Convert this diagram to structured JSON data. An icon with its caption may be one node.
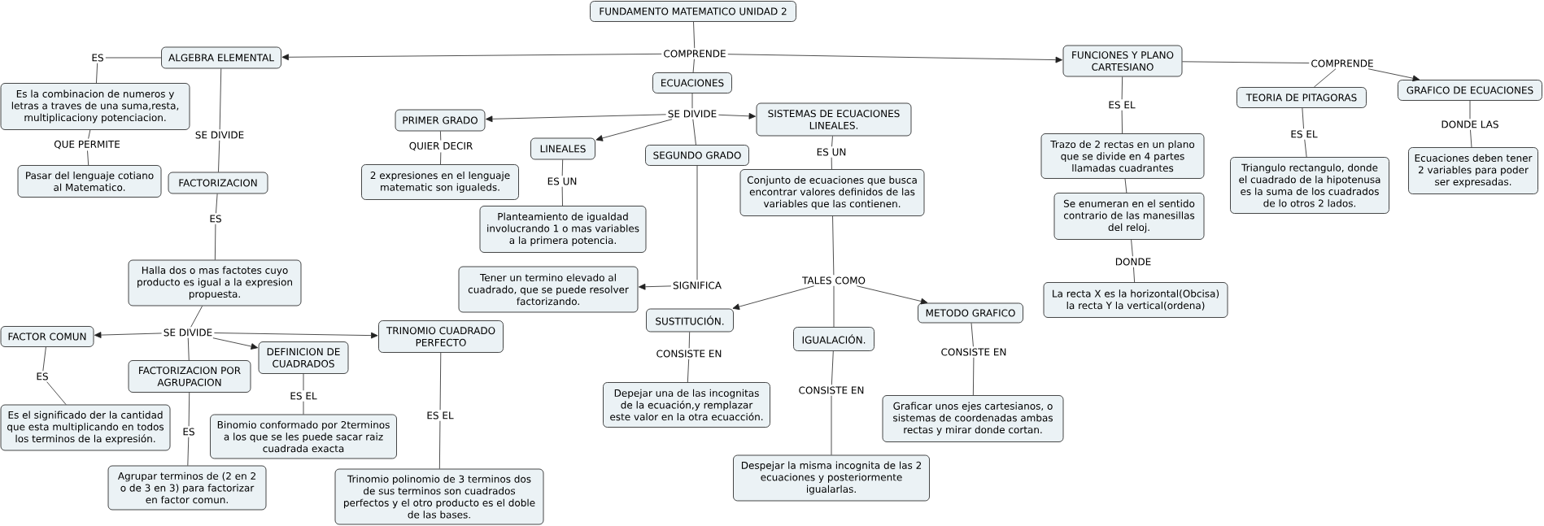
{
  "diagram": {
    "nodes": [
      {
        "text": [
          "FUNDAMENTO MATEMATICO UNIDAD 2"
        ]
      },
      {
        "text": [
          "COMPRENDE"
        ]
      },
      {
        "text": [
          "ALGEBRA ELEMENTAL"
        ]
      },
      {
        "text": [
          "ECUACIONES"
        ]
      },
      {
        "text": [
          "FUNCIONES Y PLANO CARTESIANO"
        ]
      },
      {
        "text": [
          "ES"
        ]
      },
      {
        "text": [
          "Es la combinacion de numeros y letras a traves de una suma,resta, multiplicaciony potenciacion."
        ]
      },
      {
        "text": [
          "QUE PERMITE"
        ]
      },
      {
        "text": [
          "Pasar del lenguaje cotiano al Matematico."
        ]
      },
      {
        "text": [
          "SE DIVIDE"
        ]
      },
      {
        "text": [
          "FACTORIZACION"
        ]
      },
      {
        "text": [
          "ES"
        ]
      },
      {
        "text": [
          "Halla dos o mas factotes cuyo producto es igual a la expresion propuesta."
        ]
      },
      {
        "text": [
          "SE DIVIDE"
        ]
      },
      {
        "text": [
          "FACTOR COMUN"
        ]
      },
      {
        "text": [
          "FACTORIZACION POR AGRUPACION"
        ]
      },
      {
        "text": [
          "DEFINICION DE CUADRADOS"
        ]
      },
      {
        "text": [
          "TRINOMIO CUADRADO PERFECTO"
        ]
      },
      {
        "text": [
          "ES"
        ]
      },
      {
        "text": [
          "Es el significado der la cantidad que esta multiplicando en todos los terminos de la expresión."
        ]
      },
      {
        "text": [
          "ES"
        ]
      },
      {
        "text": [
          "Agrupar terminos de (2 en 2 o de 3 en 3) para factorizar en factor comun."
        ]
      },
      {
        "text": [
          "ES EL"
        ]
      },
      {
        "text": [
          "Binomio conformado por 2terminos a los que se les puede sacar raiz cuadrada exacta"
        ]
      },
      {
        "text": [
          "ES EL"
        ]
      },
      {
        "text": [
          "Trinomio polinomio de 3 terminos dos de sus terminos son cuadrados perfectos y el otro producto es el doble de las bases."
        ]
      },
      {
        "text": [
          "SE DIVIDE"
        ]
      },
      {
        "text": [
          "PRIMER GRADO"
        ]
      },
      {
        "text": [
          "LINEALES"
        ]
      },
      {
        "text": [
          "SEGUNDO GRADO"
        ]
      },
      {
        "text": [
          "SISTEMAS DE ECUACIONES LINEALES."
        ]
      },
      {
        "text": [
          "QUIER DECIR"
        ]
      },
      {
        "text": [
          "2 expresiones en el lenguaje matematic son igualeds."
        ]
      },
      {
        "text": [
          "ES UN"
        ]
      },
      {
        "text": [
          "Planteamiento de igualdad involucrando 1 o mas variables a la primera potencia."
        ]
      },
      {
        "text": [
          "SIGNIFICA"
        ]
      },
      {
        "text": [
          "Tener un termino elevado al cuadrado, que se puede resolver factorizando."
        ]
      },
      {
        "text": [
          "ES UN"
        ]
      },
      {
        "text": [
          "Conjunto de ecuaciones que busca encontrar valores definidos de las variables que las contienen."
        ]
      },
      {
        "text": [
          "TALES COMO"
        ]
      },
      {
        "text": [
          "SUSTITUCIÓN."
        ]
      },
      {
        "text": [
          "IGUALACIÓN."
        ]
      },
      {
        "text": [
          "METODO GRAFICO"
        ]
      },
      {
        "text": [
          "CONSISTE EN"
        ]
      },
      {
        "text": [
          "Depejar una de las incognitas de la ecuación,y remplazar este valor en la otra ecuacción."
        ]
      },
      {
        "text": [
          "CONSISTE EN"
        ]
      },
      {
        "text": [
          "Despejar la misma incognita de las 2 ecuaciones y posteriormente igualarlas."
        ]
      },
      {
        "text": [
          "CONSISTE EN"
        ]
      },
      {
        "text": [
          "Graficar unos ejes cartesianos, o sistemas de coordenadas ambas rectas y mirar donde cortan."
        ]
      },
      {
        "text": [
          "ES EL"
        ]
      },
      {
        "text": [
          "Trazo de 2 rectas en un plano que se divide en 4 partes llamadas cuadrantes"
        ]
      },
      {
        "text": [
          "Se enumeran en el sentido contrario de las manesillas del reloj."
        ]
      },
      {
        "text": [
          "DONDE"
        ]
      },
      {
        "text": [
          "La recta X es la horizontal(Obcisa) la recta Y la vertical(ordena)"
        ]
      },
      {
        "text": [
          "COMPRENDE"
        ]
      },
      {
        "text": [
          "TEORIA DE PITAGORAS"
        ]
      },
      {
        "text": [
          "GRAFICO DE ECUACIONES"
        ]
      },
      {
        "text": [
          "ES EL"
        ]
      },
      {
        "text": [
          "Triangulo rectangulo, donde el cuadrado de la hipotenusa es la suma de los cuadrados de lo otros 2 lados."
        ]
      },
      {
        "text": [
          "DONDE LAS"
        ]
      },
      {
        "text": [
          "Ecuaciones deben tener 2 variables para poder ser expresadas."
        ]
      }
    ],
    "edges": [
      {
        "from": 0,
        "to": 1,
        "arrow": "none"
      },
      {
        "from": 1,
        "to": 2,
        "arrow": "to"
      },
      {
        "from": 1,
        "to": 3,
        "arrow": "none"
      },
      {
        "from": 1,
        "to": 4,
        "arrow": "to"
      },
      {
        "from": 2,
        "to": 5,
        "arrow": "none"
      },
      {
        "from": 5,
        "to": 6,
        "arrow": "none"
      },
      {
        "from": 6,
        "to": 7,
        "arrow": "none"
      },
      {
        "from": 7,
        "to": 8,
        "arrow": "none"
      },
      {
        "from": 2,
        "to": 9,
        "arrow": "none"
      },
      {
        "from": 9,
        "to": 10,
        "arrow": "none"
      },
      {
        "from": 10,
        "to": 11,
        "arrow": "none"
      },
      {
        "from": 11,
        "to": 12,
        "arrow": "none"
      },
      {
        "from": 12,
        "to": 13,
        "arrow": "none"
      },
      {
        "from": 13,
        "to": 14,
        "arrow": "to"
      },
      {
        "from": 13,
        "to": 15,
        "arrow": "none"
      },
      {
        "from": 13,
        "to": 16,
        "arrow": "to"
      },
      {
        "from": 13,
        "to": 17,
        "arrow": "to"
      },
      {
        "from": 14,
        "to": 18,
        "arrow": "none"
      },
      {
        "from": 18,
        "to": 19,
        "arrow": "none"
      },
      {
        "from": 15,
        "to": 20,
        "arrow": "none"
      },
      {
        "from": 20,
        "to": 21,
        "arrow": "none"
      },
      {
        "from": 16,
        "to": 22,
        "arrow": "none"
      },
      {
        "from": 22,
        "to": 23,
        "arrow": "none"
      },
      {
        "from": 17,
        "to": 24,
        "arrow": "none"
      },
      {
        "from": 24,
        "to": 25,
        "arrow": "none"
      },
      {
        "from": 3,
        "to": 26,
        "arrow": "none"
      },
      {
        "from": 26,
        "to": 27,
        "arrow": "to"
      },
      {
        "from": 26,
        "to": 28,
        "arrow": "to"
      },
      {
        "from": 26,
        "to": 29,
        "arrow": "none"
      },
      {
        "from": 26,
        "to": 30,
        "arrow": "to"
      },
      {
        "from": 27,
        "to": 31,
        "arrow": "none"
      },
      {
        "from": 31,
        "to": 32,
        "arrow": "none"
      },
      {
        "from": 28,
        "to": 33,
        "arrow": "none"
      },
      {
        "from": 33,
        "to": 34,
        "arrow": "none"
      },
      {
        "from": 29,
        "to": 35,
        "arrow": "none"
      },
      {
        "from": 35,
        "to": 36,
        "arrow": "to"
      },
      {
        "from": 30,
        "to": 37,
        "arrow": "none"
      },
      {
        "from": 37,
        "to": 38,
        "arrow": "none"
      },
      {
        "from": 38,
        "to": 39,
        "arrow": "none"
      },
      {
        "from": 39,
        "to": 40,
        "arrow": "to"
      },
      {
        "from": 39,
        "to": 41,
        "arrow": "none"
      },
      {
        "from": 39,
        "to": 42,
        "arrow": "to"
      },
      {
        "from": 40,
        "to": 43,
        "arrow": "none"
      },
      {
        "from": 43,
        "to": 44,
        "arrow": "none"
      },
      {
        "from": 41,
        "to": 45,
        "arrow": "none"
      },
      {
        "from": 45,
        "to": 46,
        "arrow": "none"
      },
      {
        "from": 42,
        "to": 47,
        "arrow": "none"
      },
      {
        "from": 47,
        "to": 48,
        "arrow": "none"
      },
      {
        "from": 4,
        "to": 49,
        "arrow": "none"
      },
      {
        "from": 49,
        "to": 50,
        "arrow": "none"
      },
      {
        "from": 50,
        "to": 51,
        "arrow": "none"
      },
      {
        "from": 51,
        "to": 52,
        "arrow": "none"
      },
      {
        "from": 52,
        "to": 53,
        "arrow": "none"
      },
      {
        "from": 4,
        "to": 54,
        "arrow": "none"
      },
      {
        "from": 54,
        "to": 55,
        "arrow": "none"
      },
      {
        "from": 54,
        "to": 56,
        "arrow": "to"
      },
      {
        "from": 55,
        "to": 57,
        "arrow": "none"
      },
      {
        "from": 57,
        "to": 58,
        "arrow": "none"
      },
      {
        "from": 56,
        "to": 59,
        "arrow": "none"
      },
      {
        "from": 59,
        "to": 60,
        "arrow": "none"
      }
    ]
  }
}
